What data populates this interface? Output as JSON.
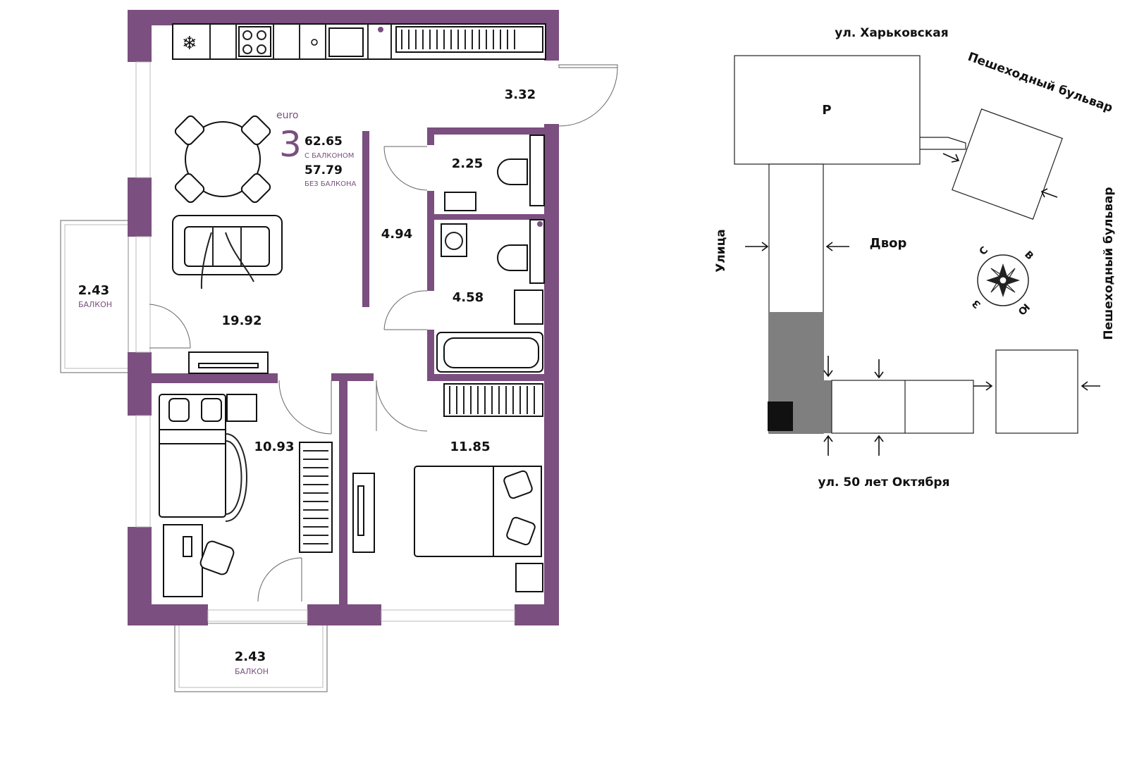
{
  "apartment": {
    "type_label": "euro",
    "rooms": "3",
    "area_with_balcony": "62.65",
    "with_balcony_label": "С БАЛКОНОМ",
    "area_without_balcony": "57.79",
    "without_balcony_label": "БЕЗ БАЛКОНА",
    "accent_color": "#7b4f7f"
  },
  "rooms": {
    "hall": "3.32",
    "bath_small": "2.25",
    "corridor": "4.94",
    "bath_large": "4.58",
    "living": "19.92",
    "bedroom_left": "10.93",
    "bedroom_right": "11.85",
    "balcony_left": "2.43",
    "balcony_left_label": "БАЛКОН",
    "balcony_bottom": "2.43",
    "balcony_bottom_label": "БАЛКОН"
  },
  "site_plan": {
    "street_top": "ул. Харьковская",
    "street_bottom": "ул. 50 лет Октября",
    "street_left": "Улица",
    "boulevard_top": "Пешеходный бульвар",
    "boulevard_right": "Пешеходный бульвар",
    "yard": "Двор",
    "parking": "Р",
    "compass": {
      "n": "С",
      "e": "В",
      "s": "Ю",
      "w": "З"
    }
  }
}
